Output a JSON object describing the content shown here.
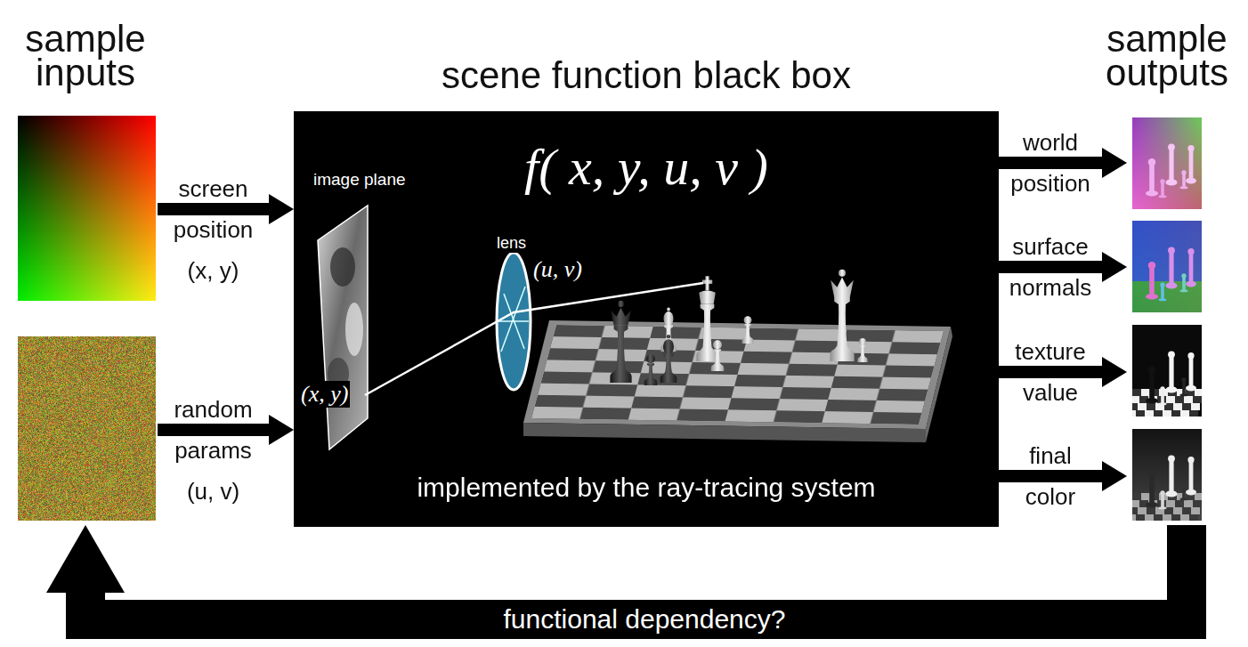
{
  "diagram": {
    "nodes": [
      {
        "text": [
          "sample inputs"
        ]
      },
      {
        "text": [
          "scene function black box",
          "f( x, y, u, v )",
          "implemented by the ray-tracing system"
        ]
      },
      {
        "text": [
          "sample outputs"
        ]
      }
    ],
    "edges": [
      {
        "from": 0,
        "to": 1,
        "label": "screen position (x, y)",
        "arrow": "to"
      },
      {
        "from": 0,
        "to": 1,
        "label": "random params (u, v)",
        "arrow": "to"
      },
      {
        "from": 1,
        "to": 2,
        "label": "world position",
        "arrow": "to"
      },
      {
        "from": 1,
        "to": 2,
        "label": "surface normals",
        "arrow": "to"
      },
      {
        "from": 1,
        "to": 2,
        "label": "texture value",
        "arrow": "to"
      },
      {
        "from": 1,
        "to": 2,
        "label": "final color",
        "arrow": "to"
      },
      {
        "from": 2,
        "to": 0,
        "label": "functional dependency?",
        "arrow": "to"
      }
    ],
    "labels": [
      "image plane",
      "lens",
      "(u, v)",
      "(x, y)"
    ]
  }
}
